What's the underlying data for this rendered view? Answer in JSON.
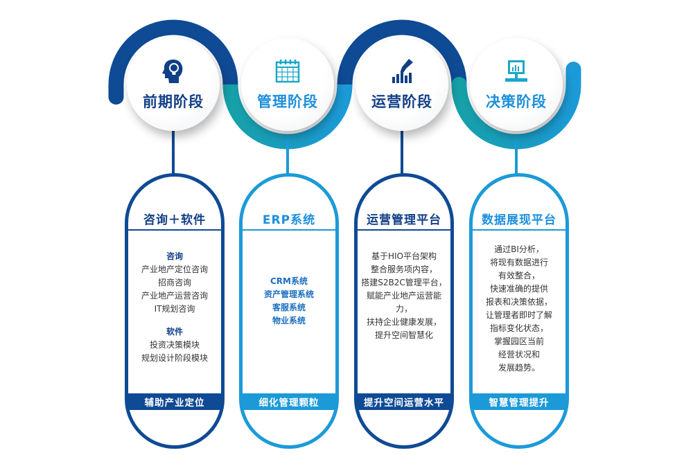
{
  "colors": {
    "dark": "#0f4a94",
    "light": "#1c9ad8",
    "teal": "#16a0a8"
  },
  "stages": [
    {
      "title": "前期阶段",
      "icon": "head-lightbulb-icon"
    },
    {
      "title": "管理阶段",
      "icon": "calendar-check-icon"
    },
    {
      "title": "运营阶段",
      "icon": "hand-bar-chart-icon"
    },
    {
      "title": "决策阶段",
      "icon": "computer-monitor-chart-icon"
    }
  ],
  "cards": [
    {
      "header": "咨询＋软件",
      "footer": "辅助产业定位",
      "groups": [
        {
          "title": "咨询",
          "lines": [
            "产业地产定位咨询",
            "招商咨询",
            "产业地产运营咨询",
            "IT规划咨询"
          ]
        },
        {
          "title": "软件",
          "lines": [
            "投资决策模块",
            "规划设计阶段模块"
          ]
        }
      ]
    },
    {
      "header": "ERP系统",
      "footer": "细化管理颗粒",
      "lines": [
        "CRM系统",
        "资产管理系统",
        "客服系统",
        "物业系统"
      ]
    },
    {
      "header": "运营管理平台",
      "footer": "提升空间运营水平",
      "lines": [
        "基于HIO平台架构",
        "整合服务项内容，",
        "搭建S2B2C管理平台，",
        "赋能产业地产运营能力，",
        "扶持企业健康发展，",
        "提升空间智慧化"
      ]
    },
    {
      "header": "数据展现平台",
      "footer": "智慧管理提升",
      "lines": [
        "通过BI分析，",
        "将现有数据进行",
        "有效整合，",
        "快速准确的提供",
        "报表和决策依据，",
        "让管理者即时了解",
        "指标变化状态，",
        "掌握园区当前",
        "经营状况和",
        "发展趋势。"
      ]
    }
  ]
}
